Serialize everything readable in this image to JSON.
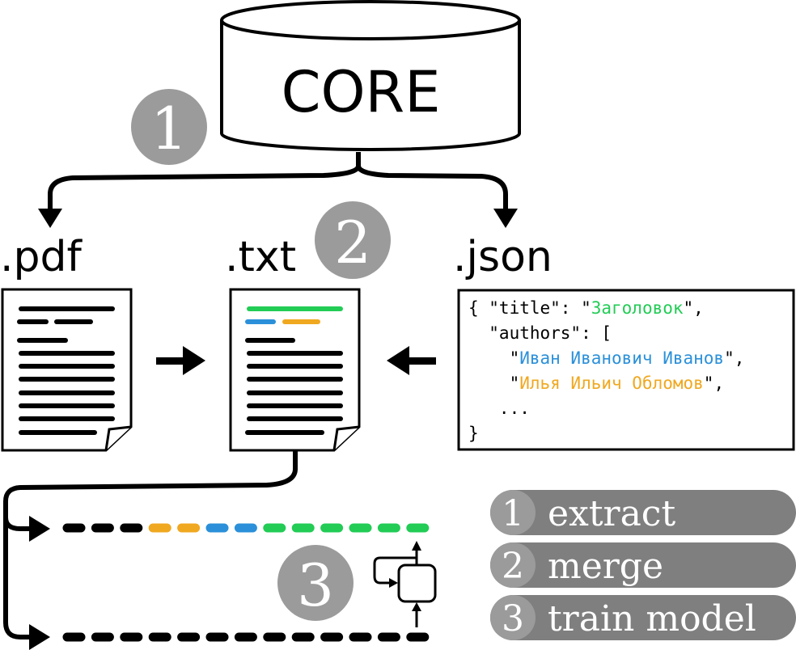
{
  "colors": {
    "stroke": "#000000",
    "badge": "#9b9b9b",
    "badge_text": "#ffffff",
    "legend_bar": "#7f7f7f",
    "legend_num": "#9b9b9b",
    "green": "#22cc55",
    "blue": "#2b90d9",
    "orange": "#f0a820"
  },
  "database": {
    "label": "CORE"
  },
  "steps": {
    "one": "1",
    "two": "2",
    "three": "3"
  },
  "files": {
    "pdf": ".pdf",
    "txt": ".txt",
    "json": ".json"
  },
  "json_doc": {
    "lines": [
      {
        "parts": [
          {
            "t": "{ \"title\": ",
            "c": "black"
          },
          {
            "t": "\"",
            "c": "black"
          },
          {
            "t": "Заголовок",
            "c": "green"
          },
          {
            "t": "\",",
            "c": "black"
          }
        ]
      },
      {
        "parts": [
          {
            "t": "  \"authors\": [",
            "c": "black"
          }
        ]
      },
      {
        "parts": [
          {
            "t": "    \"",
            "c": "black"
          },
          {
            "t": "Иван Иванович Иванов",
            "c": "blue"
          },
          {
            "t": "\",",
            "c": "black"
          }
        ]
      },
      {
        "parts": [
          {
            "t": "    \"",
            "c": "black"
          },
          {
            "t": "Илья Ильич Обломов",
            "c": "orange"
          },
          {
            "t": "\",",
            "c": "black"
          }
        ]
      },
      {
        "parts": [
          {
            "t": "   ...",
            "c": "black"
          }
        ]
      },
      {
        "parts": [
          {
            "t": "}",
            "c": "black"
          }
        ]
      }
    ]
  },
  "sequence": {
    "labeled_tokens": [
      "black",
      "black",
      "black",
      "orange",
      "orange",
      "blue",
      "blue",
      "green",
      "green",
      "green",
      "green",
      "green",
      "green"
    ],
    "input_tokens": [
      "black",
      "black",
      "black",
      "black",
      "black",
      "black",
      "black",
      "black",
      "black",
      "black",
      "black",
      "black",
      "black"
    ]
  },
  "legend": [
    {
      "num": "1",
      "label": "extract"
    },
    {
      "num": "2",
      "label": "merge"
    },
    {
      "num": "3",
      "label": "train model"
    }
  ]
}
